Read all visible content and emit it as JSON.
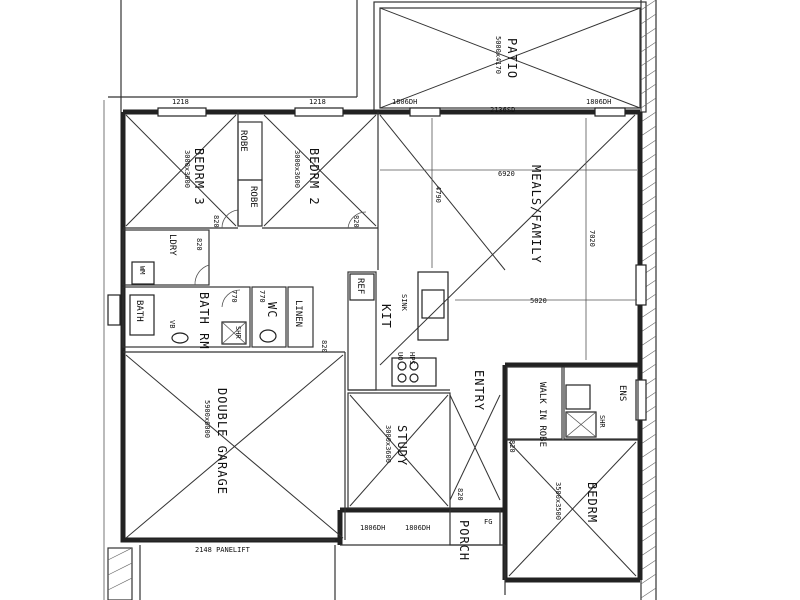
{
  "rooms": {
    "patio": "PATIO",
    "patio_size": "5000x4170",
    "bedrm3": "BEDRM 3",
    "bedrm3_size": "3000x3600",
    "bedrm2": "BEDRM 2",
    "bedrm2_size": "3000x3600",
    "meals_family": "MEALS/FAMILY",
    "double_garage": "DOUBLE GARAGE",
    "garage_size": "5900x6000",
    "study": "STUDY",
    "study_size": "3000x3600",
    "entry": "ENTRY",
    "bedrm1": "BEDRM",
    "bedrm1_size": "3500x3500",
    "porch": "PORCH",
    "kit": "KIT",
    "ldry": "LDRY",
    "bath": "BATH",
    "bathrm": "BATH RM",
    "wc": "WC",
    "linen": "LINEN",
    "robe": "ROBE",
    "wir": "ROBE",
    "ensuite": "ENS",
    "walk_in_robe": "WALK IN ROBE"
  },
  "fixtures": {
    "ref": "REF",
    "sink": "SINK",
    "hps": "HPS",
    "uo": "UO",
    "shr": "SHR",
    "vb": "VB",
    "wm": "WM",
    "fg": "FG"
  },
  "dimensions": {
    "win_bed3": "1218",
    "win_bed2": "1218",
    "patio_dh1": "1806DH",
    "patio_sd": "2136SD",
    "patio_dh2": "1806DH",
    "family_width": "6920",
    "family_depth": "7020",
    "kitchen_width": "5020",
    "kitchen_depth": "4790",
    "door_bed3": "820",
    "door_bed2": "820",
    "door_ldry": "820",
    "door_bath": "770",
    "door_wc": "770",
    "door_linen": "820",
    "door_ens": "820",
    "door_porch": "820",
    "front_dh1": "1806DH",
    "front_dh2": "1806DH",
    "garage_door": "2148 PANELIFT"
  }
}
